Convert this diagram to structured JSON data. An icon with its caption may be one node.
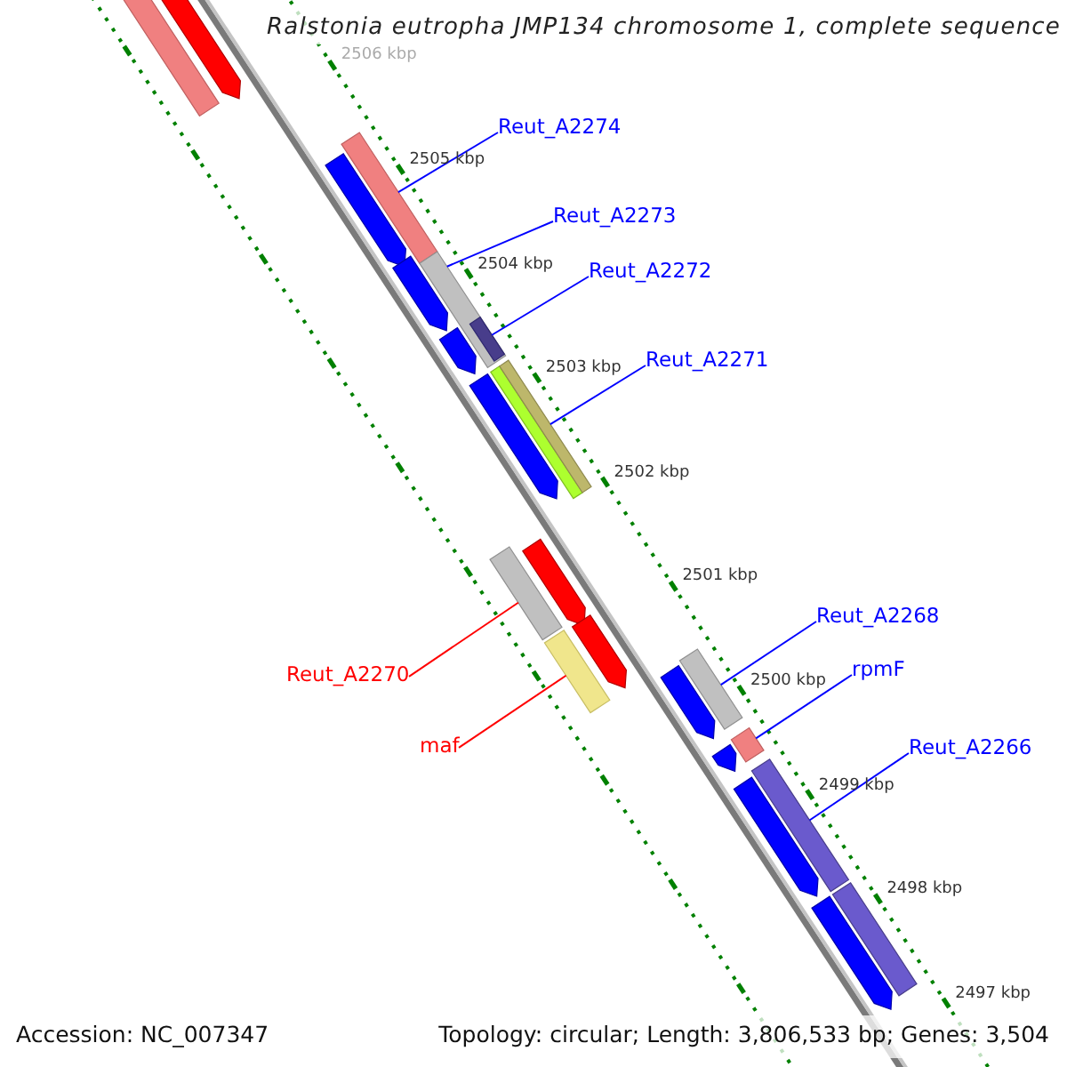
{
  "diagram": {
    "title": "Ralstonia eutropha JMP134 chromosome 1, complete sequence",
    "nodes": [
      {
        "text": [
          "Reut_A2274"
        ]
      },
      {
        "text": [
          "Reut_A2273"
        ]
      },
      {
        "text": [
          "Reut_A2272"
        ]
      },
      {
        "text": [
          "Reut_A2271"
        ]
      },
      {
        "text": [
          "Reut_A2268"
        ]
      },
      {
        "text": [
          "rpmF"
        ]
      },
      {
        "text": [
          "Reut_A2270"
        ]
      },
      {
        "text": [
          "maf"
        ]
      },
      {
        "text": [
          "Reut_A2266"
        ]
      },
      {
        "text": [],
        "shape": "bar"
      },
      {
        "text": [],
        "shape": "arrow"
      },
      {
        "text": [],
        "shape": "bar"
      },
      {
        "text": [],
        "shape": "arrow"
      },
      {
        "text": [],
        "shape": "arrow"
      },
      {
        "text": [],
        "shape": "bar"
      },
      {
        "text": [],
        "shape": "arrow"
      },
      {
        "text": [],
        "shape": "bar",
        "in": 14
      },
      {
        "text": [],
        "shape": "arrow"
      },
      {
        "text": [],
        "shape": "bar"
      },
      {
        "text": [],
        "shape": "bar"
      },
      {
        "text": [],
        "shape": "arrow"
      },
      {
        "text": [],
        "shape": "bar"
      },
      {
        "text": [],
        "shape": "arrow"
      },
      {
        "text": [],
        "shape": "bar"
      },
      {
        "text": [],
        "shape": "arrow"
      },
      {
        "text": [],
        "shape": "bar"
      },
      {
        "text": [],
        "shape": "arrow"
      },
      {
        "text": [],
        "shape": "bar"
      },
      {
        "text": [],
        "shape": "arrow"
      },
      {
        "text": [],
        "shape": "arrow"
      },
      {
        "text": [],
        "shape": "bar"
      }
    ],
    "edges": [
      {
        "from": 0,
        "to": 11,
        "arrow": "none"
      },
      {
        "from": 1,
        "to": 14,
        "arrow": "none"
      },
      {
        "from": 2,
        "to": 16,
        "arrow": "none"
      },
      {
        "from": 3,
        "to": 18,
        "arrow": "none"
      },
      {
        "from": 4,
        "to": 23,
        "arrow": "none"
      },
      {
        "from": 5,
        "to": 25,
        "arrow": "none"
      },
      {
        "from": 6,
        "to": 19,
        "arrow": "none",
        "color": "#ff0000"
      },
      {
        "from": 7,
        "to": 21,
        "arrow": "none",
        "color": "#ff0000"
      },
      {
        "from": 8,
        "to": 27,
        "arrow": "none"
      }
    ],
    "labels": [
      "2506 kbp",
      "2505 kbp",
      "2504 kbp",
      "2503 kbp",
      "2502 kbp",
      "2501 kbp",
      "2500 kbp",
      "2499 kbp",
      "2498 kbp",
      "2497 kbp",
      "Accession: NC_007347",
      "Topology: circular; Length: 3,806,533 bp; Genes: 3,504"
    ]
  }
}
